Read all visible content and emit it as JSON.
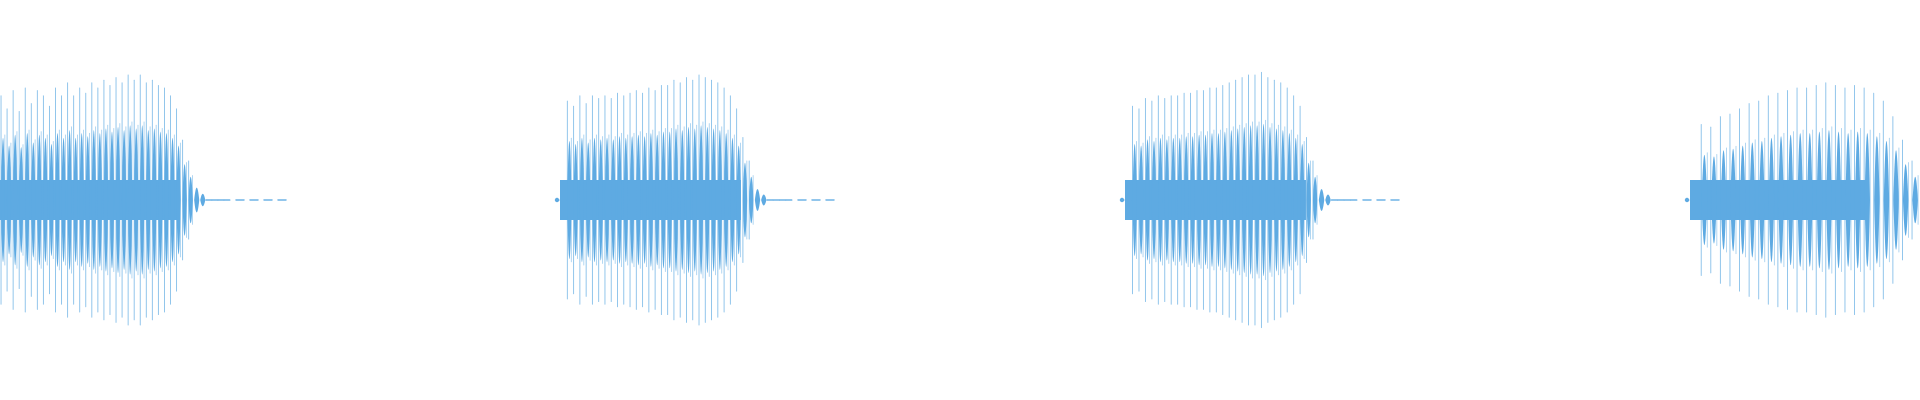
{
  "waveform": {
    "color": "#5eaae2",
    "background": "#ffffff",
    "bursts": [
      {
        "peaks": [
          0.8,
          0.7,
          0.84,
          0.68,
          0.86,
          0.74,
          0.84,
          0.8,
          0.72,
          0.86,
          0.8,
          0.9,
          0.8,
          0.86,
          0.82,
          0.9,
          0.86,
          0.92,
          0.88,
          0.94,
          0.9,
          0.96,
          0.92,
          0.96,
          0.9,
          0.92,
          0.88,
          0.86,
          0.8,
          0.7,
          0.46,
          0.3,
          0.16,
          0.08,
          0.03,
          0.02,
          0.015,
          0.015
        ],
        "fade_in": 0.0,
        "tail_ticks": 4
      },
      {
        "peaks": [
          0.04,
          0.76,
          0.72,
          0.8,
          0.74,
          0.8,
          0.78,
          0.8,
          0.78,
          0.82,
          0.8,
          0.82,
          0.84,
          0.82,
          0.86,
          0.84,
          0.88,
          0.88,
          0.92,
          0.9,
          0.94,
          0.92,
          0.96,
          0.94,
          0.92,
          0.9,
          0.86,
          0.8,
          0.7,
          0.48,
          0.3,
          0.14,
          0.07,
          0.03,
          0.02,
          0.015,
          0.015
        ],
        "fade_in": 0.05,
        "tail_ticks": 3
      },
      {
        "peaks": [
          0.04,
          0.72,
          0.7,
          0.78,
          0.76,
          0.8,
          0.78,
          0.8,
          0.8,
          0.82,
          0.82,
          0.84,
          0.84,
          0.86,
          0.86,
          0.88,
          0.9,
          0.92,
          0.94,
          0.96,
          0.96,
          0.98,
          0.94,
          0.92,
          0.9,
          0.86,
          0.8,
          0.72,
          0.48,
          0.3,
          0.14,
          0.07,
          0.03,
          0.02,
          0.015,
          0.015
        ],
        "fade_in": 0.05,
        "tail_ticks": 3
      },
      {
        "peaks": [
          0.04,
          0.58,
          0.56,
          0.64,
          0.66,
          0.7,
          0.74,
          0.76,
          0.8,
          0.82,
          0.84,
          0.86,
          0.86,
          0.88,
          0.9,
          0.88,
          0.86,
          0.88,
          0.86,
          0.82,
          0.76,
          0.64,
          0.46,
          0.3
        ],
        "fade_in": 0.05,
        "tail_ticks": 0
      }
    ]
  }
}
